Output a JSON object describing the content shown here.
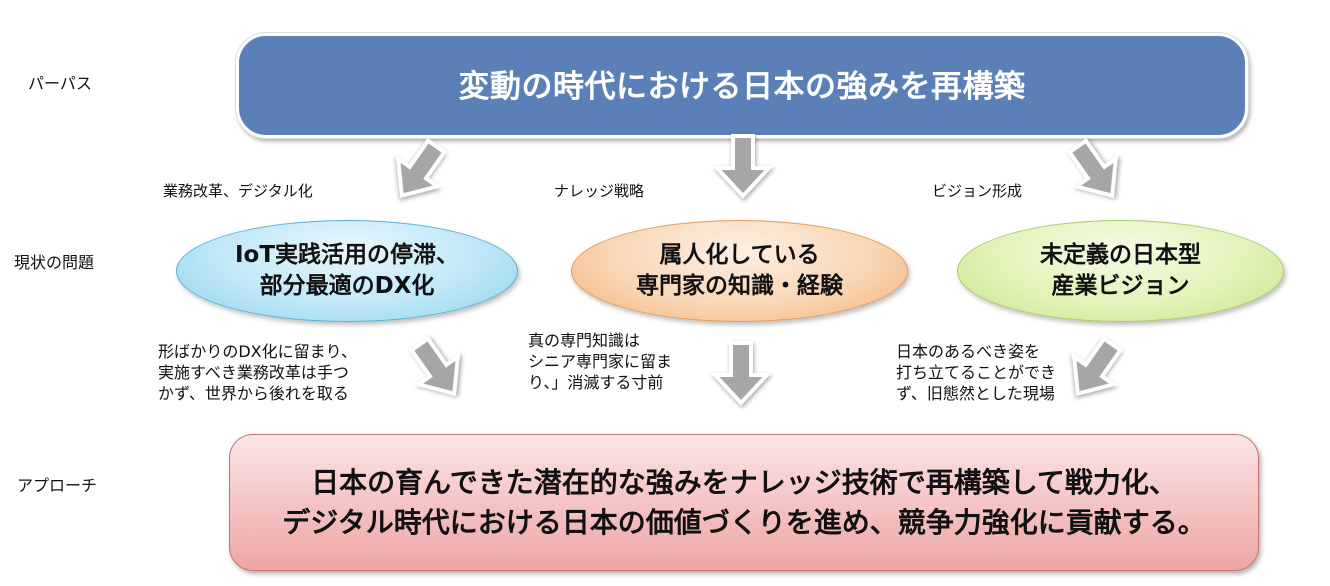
{
  "row_labels": {
    "purpose": "パーパス",
    "problem": "現状の問題",
    "approach": "アプローチ"
  },
  "purpose": {
    "text": "変動の時代における日本の強みを再構築"
  },
  "branches": [
    {
      "label": "業務改革、デジタル化",
      "problem": [
        "IoT実践活用の停滞、",
        "部分最適のDX化"
      ],
      "description": [
        "形ばかりのDX化に留まり、",
        "実施すべき業務改革は手つ",
        "かず、世界から後れを取る"
      ]
    },
    {
      "label": "ナレッジ戦略",
      "problem": [
        "属人化している",
        "専門家の知識・経験"
      ],
      "description": [
        "真の専門知識は",
        "シニア専門家に留ま",
        "り、」消滅する寸前"
      ]
    },
    {
      "label": "ビジョン形成",
      "problem": [
        "未定義の日本型",
        "産業ビジョン"
      ],
      "description": [
        "日本のあるべき姿を",
        "打ち立てることができ",
        "ず、旧態然とした現場"
      ]
    }
  ],
  "approach": {
    "lines": [
      "日本の育んできた潜在的な強みをナレッジ技術で再構築して戦力化、",
      "デジタル時代における日本の価値づくりを進め、競争力強化に貢献する。"
    ]
  },
  "colors": {
    "purpose_fill": "#5b80b8",
    "arrow_fill": "#a6a6a6",
    "ellipse_blue": "#bfe7f7",
    "ellipse_orange": "#f9d6b4",
    "ellipse_green": "#e2f3b8",
    "approach_fill": "#f4c2c2"
  },
  "icons": {
    "arrow": "down-arrow-icon"
  }
}
